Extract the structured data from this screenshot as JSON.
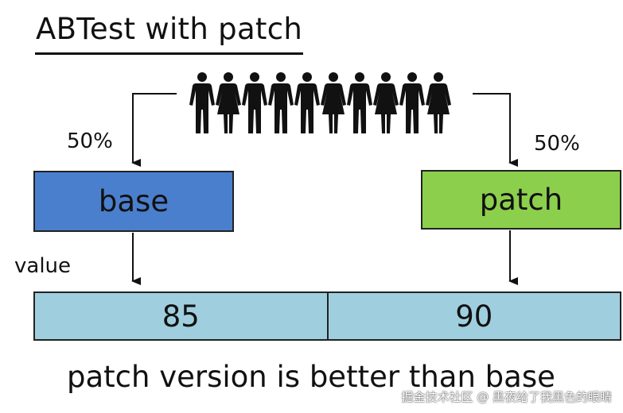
{
  "title": "ABTest with patch",
  "split": {
    "left_percent": "50%",
    "right_percent": "50%"
  },
  "groups": {
    "base_label": "base",
    "patch_label": "patch"
  },
  "values": {
    "row_label": "value",
    "base_value": "85",
    "patch_value": "90"
  },
  "caption": "patch version is better than base",
  "watermark": "掘金技术社区 @ 黑夜给了我黑色的眼睛",
  "colors": {
    "base_box": "#4a7fcd",
    "patch_box": "#8ccf4d",
    "value_bar": "#9fcfde",
    "ink": "#111111"
  },
  "people": {
    "icons": [
      "man-icon",
      "woman-icon",
      "man-icon",
      "man-icon",
      "man-icon",
      "woman-icon",
      "man-icon",
      "woman-icon",
      "man-icon",
      "woman-icon"
    ]
  }
}
